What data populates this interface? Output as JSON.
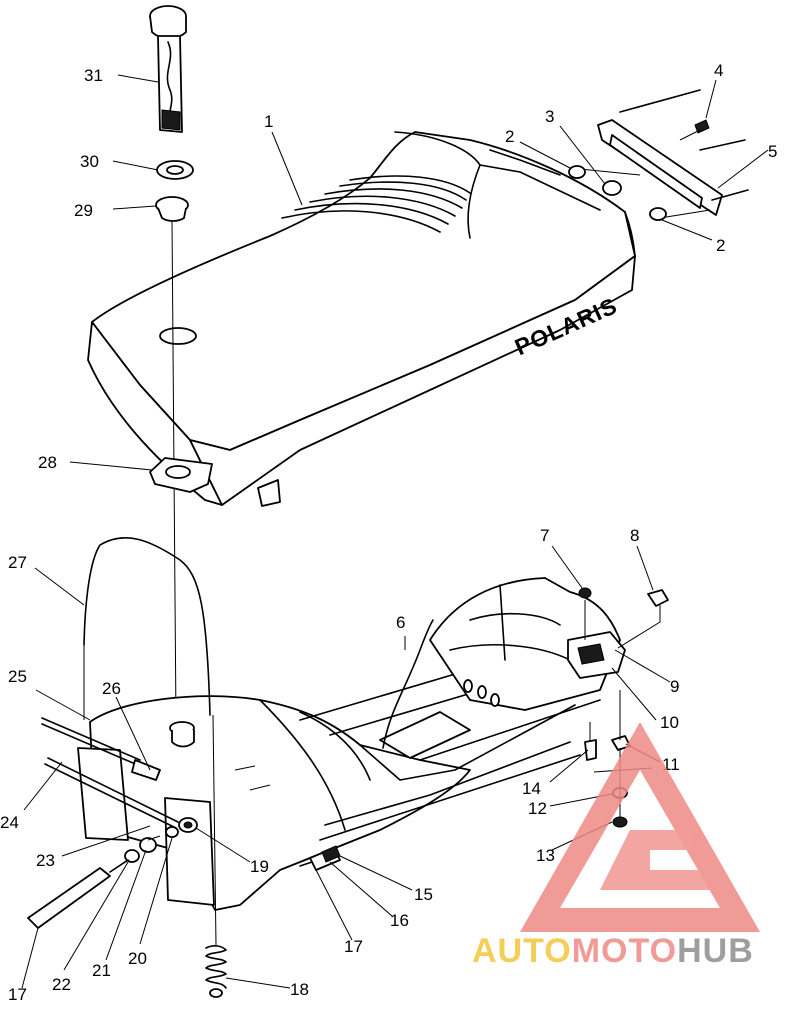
{
  "diagram": {
    "brand_mark": "POLARIS",
    "callouts": [
      "1",
      "2",
      "2",
      "3",
      "4",
      "5",
      "6",
      "7",
      "8",
      "9",
      "10",
      "11",
      "12",
      "13",
      "14",
      "15",
      "16",
      "17",
      "17",
      "18",
      "19",
      "20",
      "21",
      "22",
      "23",
      "24",
      "25",
      "26",
      "27",
      "28",
      "29",
      "30",
      "31"
    ]
  },
  "watermark": {
    "part1": "AUTO",
    "part2": "MOTO",
    "part3": "HUB",
    "colors": {
      "auto": "#f3c63c",
      "moto": "#ef8a86",
      "hub": "#8e8e8e",
      "triangle": "#ef8a86"
    }
  }
}
